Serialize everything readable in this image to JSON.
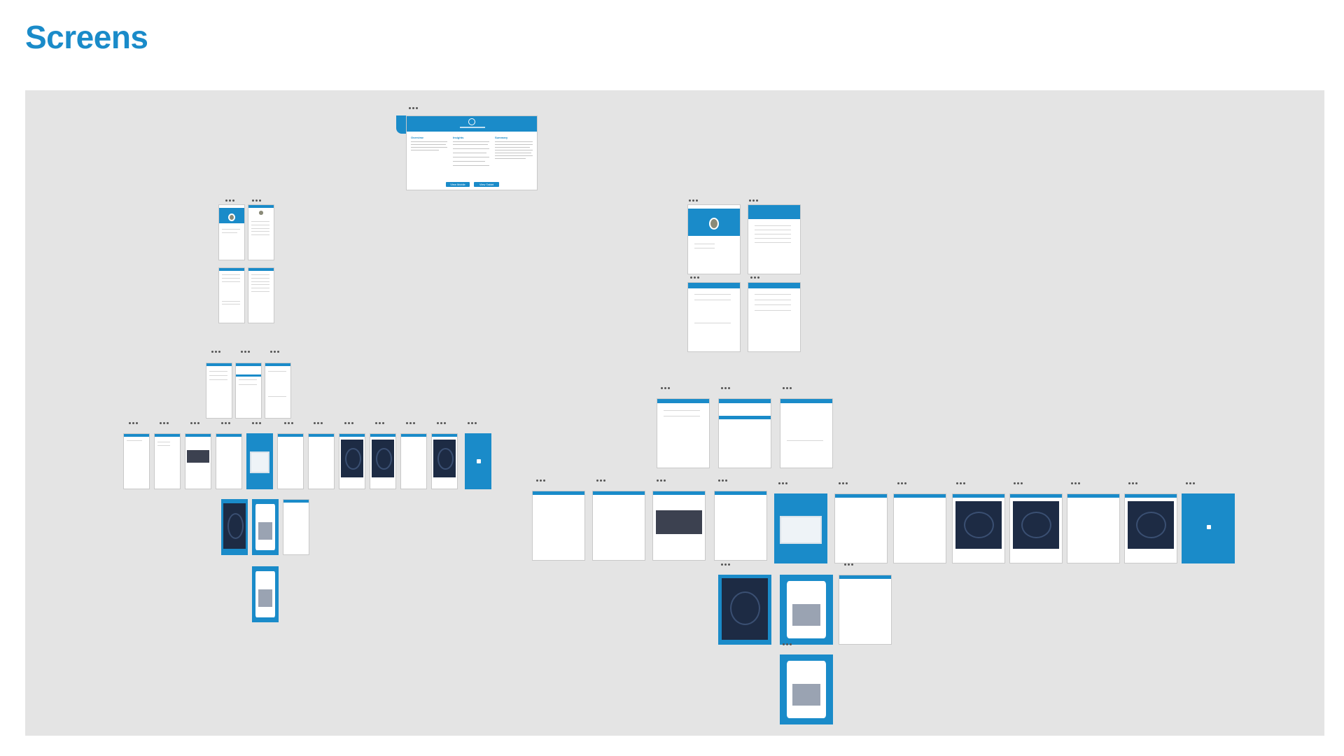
{
  "page": {
    "title": "Screens"
  },
  "overview": {
    "columns": [
      "Overview",
      "Insights",
      "Summary"
    ],
    "buttons": [
      "View Mobile",
      "View Tablet"
    ]
  },
  "colors": {
    "accent": "#1a8bc9",
    "board": "#e4e4e4",
    "dark_screen": "#1d2b44"
  },
  "icons": {
    "more": "more-dots-icon",
    "logo": "wordpress-logo-icon"
  }
}
